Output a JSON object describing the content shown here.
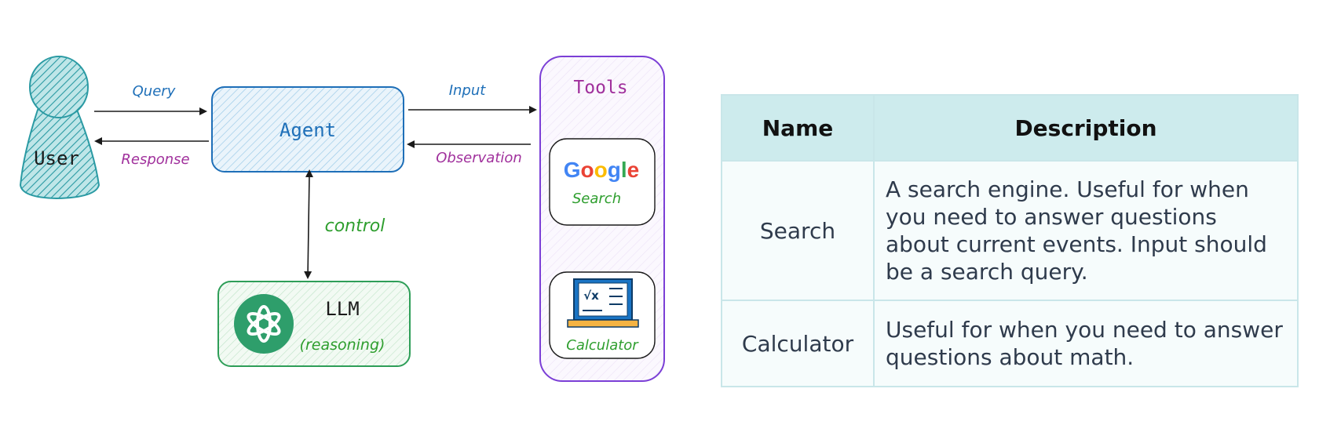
{
  "diagram": {
    "user_label": "User",
    "query_label": "Query",
    "response_label": "Response",
    "agent_label": "Agent",
    "input_label": "Input",
    "observation_label": "Observation",
    "control_label": "control",
    "llm_label": "LLM",
    "llm_sublabel": "(reasoning)",
    "tools_title": "Tools",
    "google_logo_text": "Google",
    "search_tool_label": "Search",
    "calculator_tool_label": "Calculator",
    "calculator_screen_text": "√x",
    "icons": [
      "user-icon",
      "openai-logo-icon",
      "google-logo-icon",
      "calculator-laptop-icon"
    ],
    "colors": {
      "user": "#2a9aa3",
      "agent": "#1e6fb8",
      "llm": "#2e9e58",
      "tools": "#7b3fd6",
      "response_observation_text": "#a0309c",
      "query_input_text": "#1e6fb8",
      "control_text": "#2e9e2e"
    }
  },
  "table": {
    "headers": [
      "Name",
      "Description"
    ],
    "rows": [
      {
        "name": "Search",
        "description": "A search engine. Useful for when you need to answer questions about current events. Input should be a search query."
      },
      {
        "name": "Calculator",
        "description": "Useful for when you need to answer questions about math."
      }
    ],
    "colors": {
      "header_bg": "#cdebed",
      "row_bg": "#f6fcfc",
      "border": "#c9e6e9"
    }
  }
}
